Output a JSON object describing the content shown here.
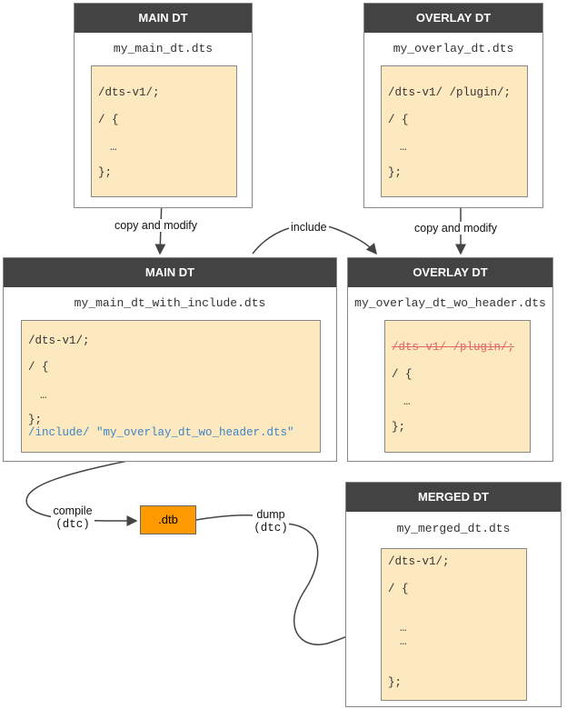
{
  "main_dt": {
    "title": "MAIN DT",
    "file": "my_main_dt.dts",
    "lines": [
      "/dts-v1/;",
      "/ {",
      "…",
      "};"
    ]
  },
  "overlay_dt": {
    "title": "OVERLAY DT",
    "file": "my_overlay_dt.dts",
    "lines": [
      "/dts-v1/ /plugin/;",
      "/ {",
      "…",
      "};"
    ]
  },
  "main_inc": {
    "title": "MAIN DT",
    "file": "my_main_dt_with_include.dts",
    "lines": [
      "/dts-v1/;",
      "/ {",
      "…",
      "};",
      "/include/ \"my_overlay_dt_wo_header.dts\""
    ]
  },
  "overlay_wo": {
    "title": "OVERLAY DT",
    "file": "my_overlay_dt_wo_header.dts",
    "lines": [
      "/dts-v1/ /plugin/;",
      "/ {",
      "…",
      "};"
    ]
  },
  "merged": {
    "title": "MERGED DT",
    "file": "my_merged_dt.dts",
    "lines": [
      "/dts-v1/;",
      "/ {",
      "…",
      "…",
      "};"
    ]
  },
  "dtb": ".dtb",
  "labels": {
    "copy_modify_left": "copy and modify",
    "include": "include",
    "copy_modify_right": "copy and modify",
    "compile": "compile",
    "compile_tool": "(dtc)",
    "dump": "dump",
    "dump_tool": "(dtc)"
  },
  "colors": {
    "header": "#434343",
    "code_bg": "#fde9c0",
    "dtb": "#ff9900",
    "include_text": "#3d85c6",
    "struck_text": "#e06666"
  }
}
